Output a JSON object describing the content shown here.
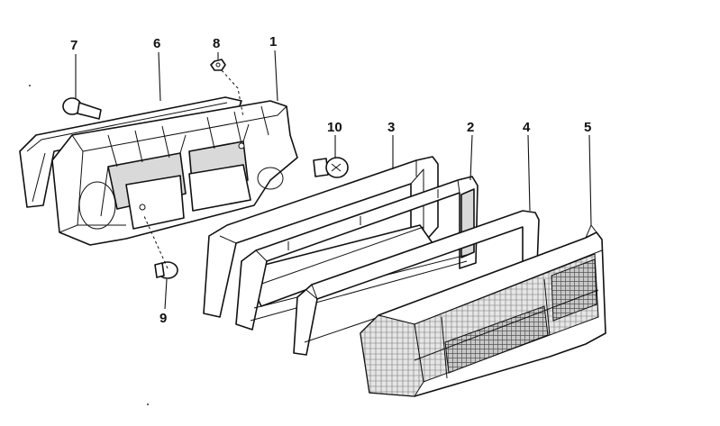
{
  "diagram": {
    "parts": [
      {
        "id": "p1",
        "number": "1",
        "name": "housing"
      },
      {
        "id": "p2",
        "number": "2",
        "name": "inner frame"
      },
      {
        "id": "p3",
        "number": "3",
        "name": "outer frame"
      },
      {
        "id": "p4",
        "number": "4",
        "name": "gasket"
      },
      {
        "id": "p5",
        "number": "5",
        "name": "lens"
      },
      {
        "id": "p6",
        "number": "6",
        "name": "housing gasket"
      },
      {
        "id": "p7",
        "number": "7",
        "name": "knob"
      },
      {
        "id": "p8",
        "number": "8",
        "name": "nut"
      },
      {
        "id": "p9",
        "number": "9",
        "name": "small bulb"
      },
      {
        "id": "p10",
        "number": "10",
        "name": "bulb"
      }
    ]
  }
}
